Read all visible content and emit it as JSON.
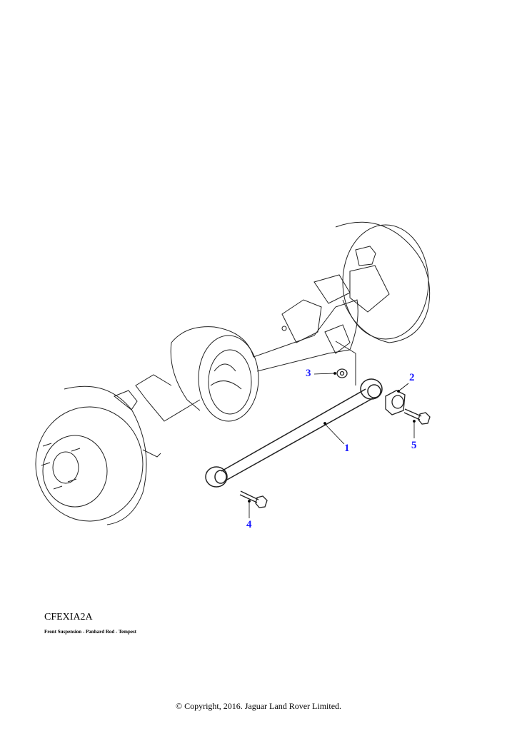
{
  "diagram": {
    "code": "CFEXIA2A",
    "subtitle": "Front Suspension - Panhard Rod - Tempest",
    "copyright": "© Copyright, 2016. Jaguar Land Rover Limited.",
    "callouts": [
      "1",
      "2",
      "3",
      "4",
      "5"
    ],
    "callout_color": "#1a1aff"
  }
}
